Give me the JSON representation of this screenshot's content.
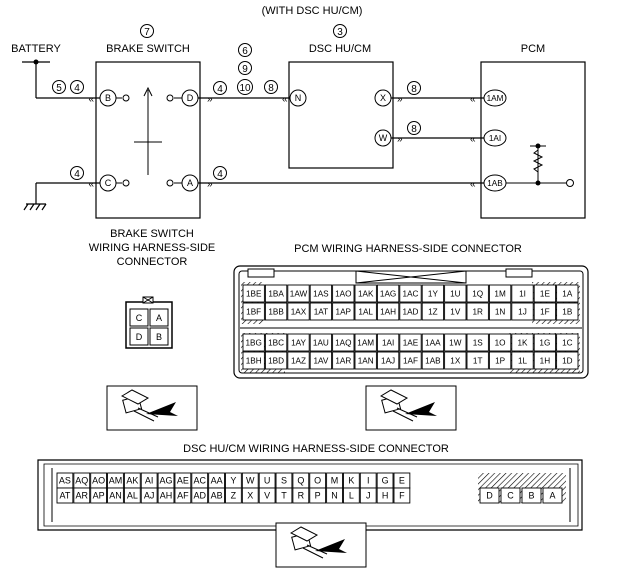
{
  "header": {
    "variant": "(WITH DSC HU/CM)"
  },
  "labels": {
    "battery": "BATTERY",
    "brake_switch": "BRAKE SWITCH",
    "dsc": "DSC HU/CM",
    "pcm": "PCM",
    "bs_conn_1": "BRAKE SWITCH",
    "bs_conn_2": "WIRING HARNESS-SIDE",
    "bs_conn_3": "CONNECTOR",
    "pcm_conn": "PCM WIRING HARNESS-SIDE CONNECTOR",
    "dsc_conn": "DSC HU/CM WIRING HARNESS-SIDE CONNECTOR"
  },
  "circuit_refs": {
    "brake_switch": "7",
    "dsc": "3",
    "mid_a": "6",
    "mid_b": "9",
    "mid_c": "10",
    "wire_battery_a": "5",
    "wire_battery_b": "4",
    "wire_d": "4",
    "wire_n": "8",
    "wire_x": "8",
    "wire_w": "8",
    "wire_c": "4",
    "wire_a": "4"
  },
  "pins": {
    "B": "B",
    "D": "D",
    "C": "C",
    "A": "A",
    "N": "N",
    "X": "X",
    "W": "W",
    "1AM": "1AM",
    "1AI": "1AI",
    "1AB": "1AB"
  },
  "brake_connector": {
    "cells": [
      "C",
      "A",
      "D",
      "B"
    ]
  },
  "pcm_connector": {
    "row1": [
      "1BE",
      "1BA",
      "1AW",
      "1AS",
      "1AO",
      "1AK",
      "1AG",
      "1AC",
      "1Y",
      "1U",
      "1Q",
      "1M",
      "1I",
      "1E",
      "1A"
    ],
    "row2": [
      "1BF",
      "1BB",
      "1AX",
      "1AT",
      "1AP",
      "1AL",
      "1AH",
      "1AD",
      "1Z",
      "1V",
      "1R",
      "1N",
      "1J",
      "1F",
      "1B"
    ],
    "row3": [
      "1BG",
      "1BC",
      "1AY",
      "1AU",
      "1AQ",
      "1AM",
      "1AI",
      "1AE",
      "1AA",
      "1W",
      "1S",
      "1O",
      "1K",
      "1G",
      "1C"
    ],
    "row4": [
      "1BH",
      "1BD",
      "1AZ",
      "1AV",
      "1AR",
      "1AN",
      "1AJ",
      "1AF",
      "1AB",
      "1X",
      "1T",
      "1P",
      "1L",
      "1H",
      "1D"
    ]
  },
  "dsc_connector": {
    "row1": [
      "AS",
      "AQ",
      "AO",
      "AM",
      "AK",
      "AI",
      "AG",
      "AE",
      "AC",
      "AA",
      "Y",
      "W",
      "U",
      "S",
      "Q",
      "O",
      "M",
      "K",
      "I",
      "G",
      "E"
    ],
    "row2": [
      "AT",
      "AR",
      "AP",
      "AN",
      "AL",
      "AJ",
      "AH",
      "AF",
      "AD",
      "AB",
      "Z",
      "X",
      "V",
      "T",
      "R",
      "P",
      "N",
      "L",
      "J",
      "H",
      "F",
      "D",
      "C",
      "B",
      "A"
    ]
  }
}
